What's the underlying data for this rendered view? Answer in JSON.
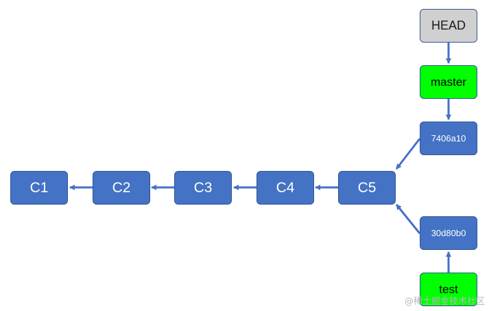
{
  "diagram": {
    "commits": [
      "C1",
      "C2",
      "C3",
      "C4",
      "C5"
    ],
    "commit_hashes": {
      "master_tip": "7406a10",
      "test_tip": "30d80b0"
    },
    "refs": {
      "head": "HEAD",
      "master": "master",
      "test": "test"
    }
  },
  "watermark": "@稀土掘金技术社区",
  "colors": {
    "commit_fill": "#4472c4",
    "commit_border": "#2f5597",
    "branch_fill": "#00ff00",
    "head_fill": "#d0d0d0",
    "arrow": "#4472c4"
  }
}
